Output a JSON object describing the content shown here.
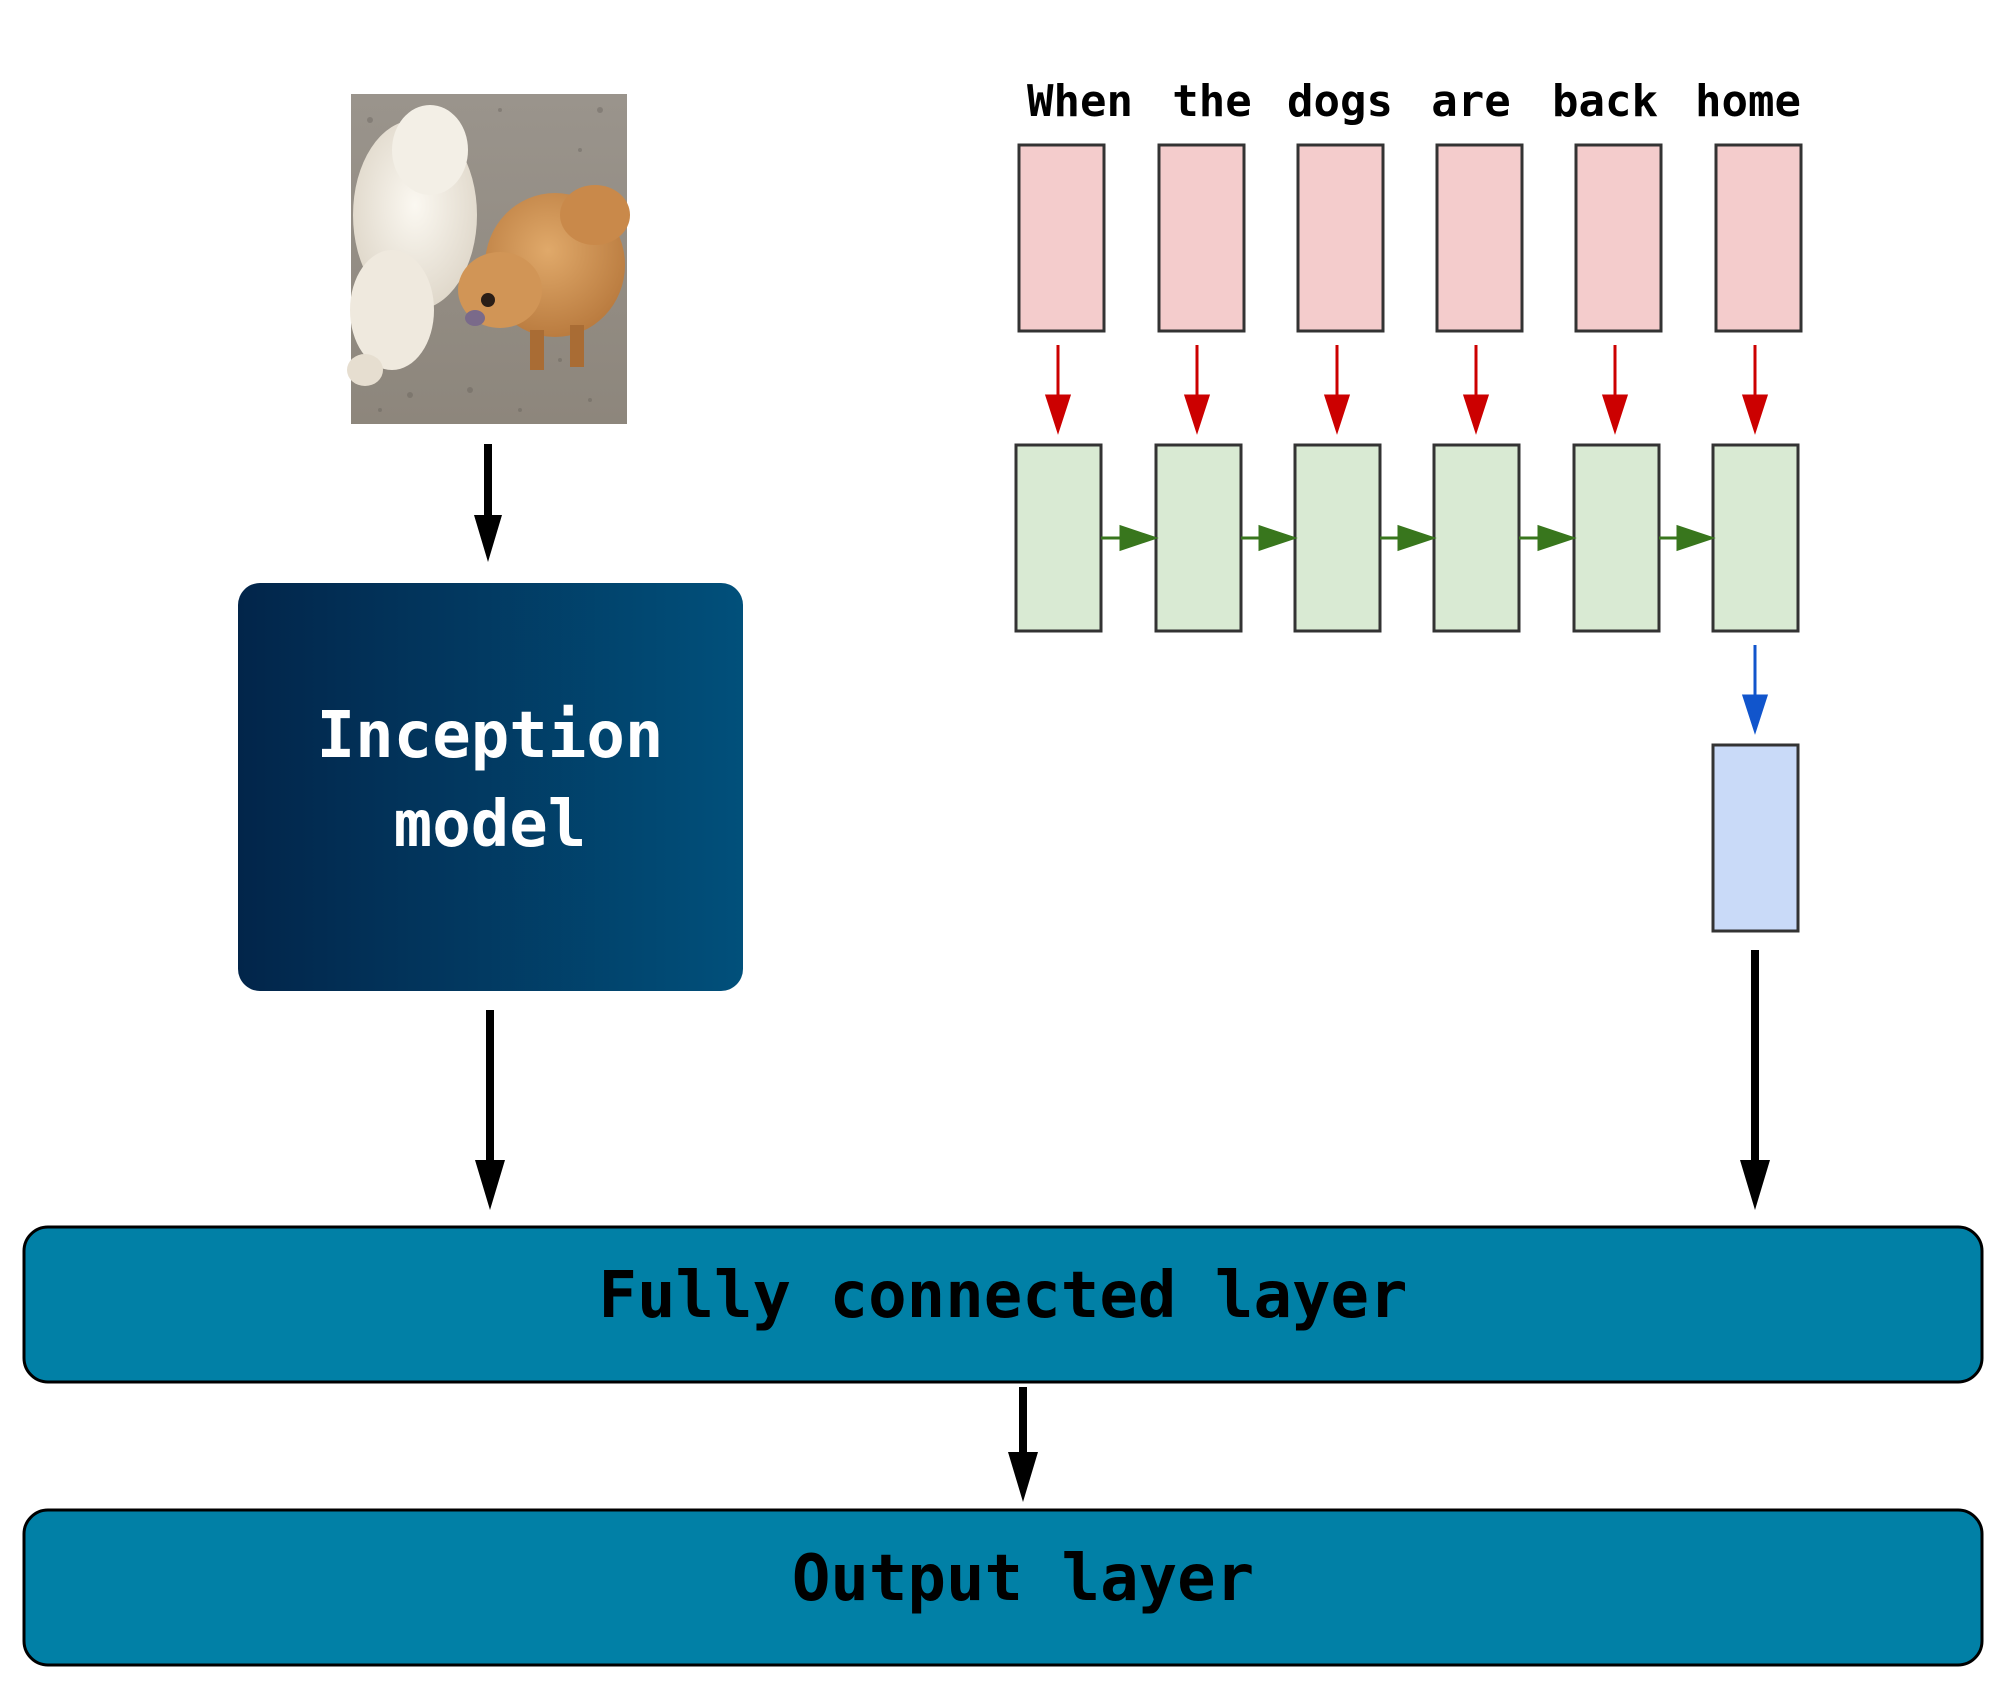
{
  "image_model": {
    "label_line1": "Inception",
    "label_line2": "model"
  },
  "sentence": {
    "words": [
      "When",
      "the",
      "dogs",
      "are",
      "back",
      "home"
    ]
  },
  "layers": {
    "fully_connected": "Fully connected layer",
    "output": "Output layer"
  },
  "colors": {
    "embedding_fill": "#f4cccc",
    "rnn_fill": "#d9ead3",
    "state_fill": "#c9daf8",
    "red_arrow": "#cc0000",
    "green_arrow": "#38761d",
    "blue_arrow": "#1155cc",
    "layer_fill": "#0180a6",
    "inception_from": "#02254a",
    "inception_to": "#01507b"
  },
  "icons": {
    "photo": "dogs-photo"
  }
}
